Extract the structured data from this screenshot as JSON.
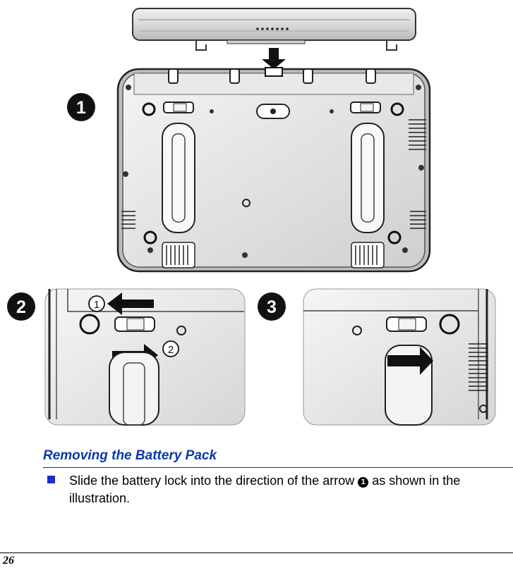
{
  "figure": {
    "step_markers": [
      "1",
      "2",
      "3"
    ],
    "direction_markers": [
      "1",
      "2"
    ]
  },
  "section": {
    "heading": "Removing the Battery Pack",
    "bullets": [
      {
        "text_before": "Slide the battery lock into the direction of the arrow ",
        "marker": "1",
        "text_after": " as shown in the illustration."
      }
    ]
  },
  "footer": {
    "page_number": "26"
  },
  "colors": {
    "heading": "#0a3aa8",
    "bullet": "#1930c8"
  }
}
